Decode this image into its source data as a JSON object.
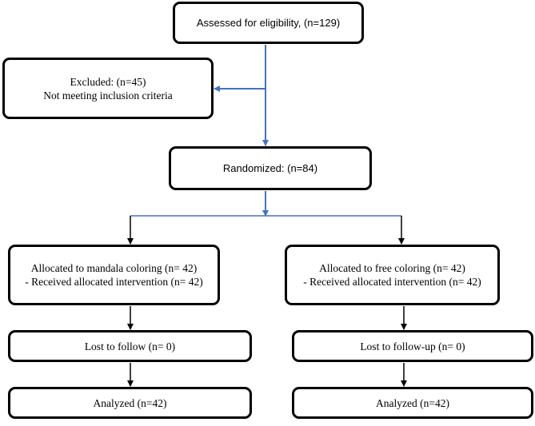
{
  "diagram": {
    "assessed": "Assessed for eligibility, (n=129)",
    "excluded": {
      "line1": "Excluded: (n=45)",
      "line2": "Not meeting inclusion criteria"
    },
    "randomized": "Randomized: (n=84)",
    "left_arm": {
      "allocation": "Allocated to mandala coloring (n= 42)",
      "received": "- Received allocated intervention (n= 42)",
      "lost": "Lost to follow (n= 0)",
      "analyzed": "Analyzed (n=42)"
    },
    "right_arm": {
      "allocation": "Allocated to free coloring (n= 42)",
      "received": "- Received allocated intervention (n= 42)",
      "lost": "Lost to follow-up (n= 0)",
      "analyzed": "Analyzed (n=42)"
    }
  },
  "colors": {
    "blue_connector": "#4472c4",
    "black_connector": "#000000"
  }
}
